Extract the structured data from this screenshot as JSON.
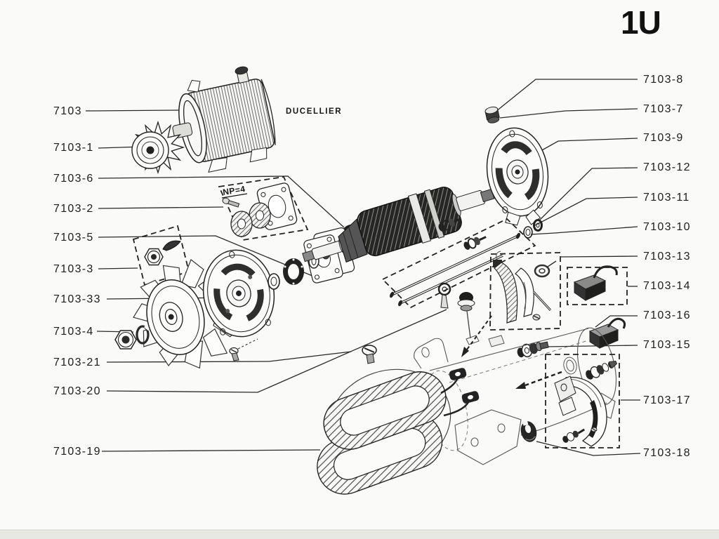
{
  "page_code": "1U",
  "brand": "DUCELLIER",
  "assembly_note": "NP=4",
  "parts": {
    "left": [
      {
        "label": "7103"
      },
      {
        "label": "7103-1"
      },
      {
        "label": "7103-6"
      },
      {
        "label": "7103-2"
      },
      {
        "label": "7103-5"
      },
      {
        "label": "7103-3"
      },
      {
        "label": "7103-33"
      },
      {
        "label": "7103-4"
      },
      {
        "label": "7103-21"
      },
      {
        "label": "7103-20"
      },
      {
        "label": "7103-19"
      }
    ],
    "right": [
      {
        "label": "7103-8"
      },
      {
        "label": "7103-7"
      },
      {
        "label": "7103-9"
      },
      {
        "label": "7103-12"
      },
      {
        "label": "7103-11"
      },
      {
        "label": "7103-10"
      },
      {
        "label": "7103-13"
      },
      {
        "label": "7103-14"
      },
      {
        "label": "7103-16"
      },
      {
        "label": "7103-15"
      },
      {
        "label": "7103-17"
      },
      {
        "label": "7103-18"
      }
    ]
  },
  "colors": {
    "ink": "#1d1d1b",
    "paper": "#fafaf8"
  }
}
